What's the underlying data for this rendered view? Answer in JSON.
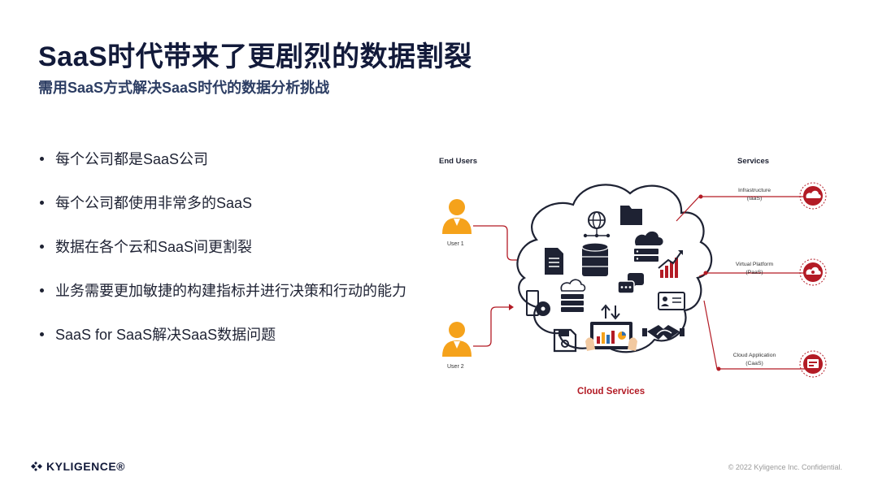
{
  "slide": {
    "title": "SaaS时代带来了更剧烈的数据割裂",
    "subtitle": "需用SaaS方式解决SaaS时代的数据分析挑战"
  },
  "bullets": [
    "每个公司都是SaaS公司",
    "每个公司都使用非常多的SaaS",
    "数据在各个云和SaaS间更割裂",
    "业务需要更加敏捷的构建指标并进行决策和行动的能力",
    "SaaS for SaaS解决SaaS数据问题"
  ],
  "diagram": {
    "end_users_label": "End Users",
    "services_label": "Services",
    "user1": "User 1",
    "user2": "User 2",
    "cloud_label": "Cloud Services",
    "services": [
      {
        "name": "Infrastructure",
        "abbr": "(IaaS)"
      },
      {
        "name": "Virtual Platform",
        "abbr": "(PaaS)"
      },
      {
        "name": "Cloud Application",
        "abbr": "(CaaS)"
      }
    ],
    "colors": {
      "accent": "#b31b25",
      "user": "#f5a21b",
      "dark": "#1e2233"
    }
  },
  "footer": {
    "logo": "KYLIGENCE®",
    "copyright": "© 2022 Kyligence Inc. Confidential."
  }
}
